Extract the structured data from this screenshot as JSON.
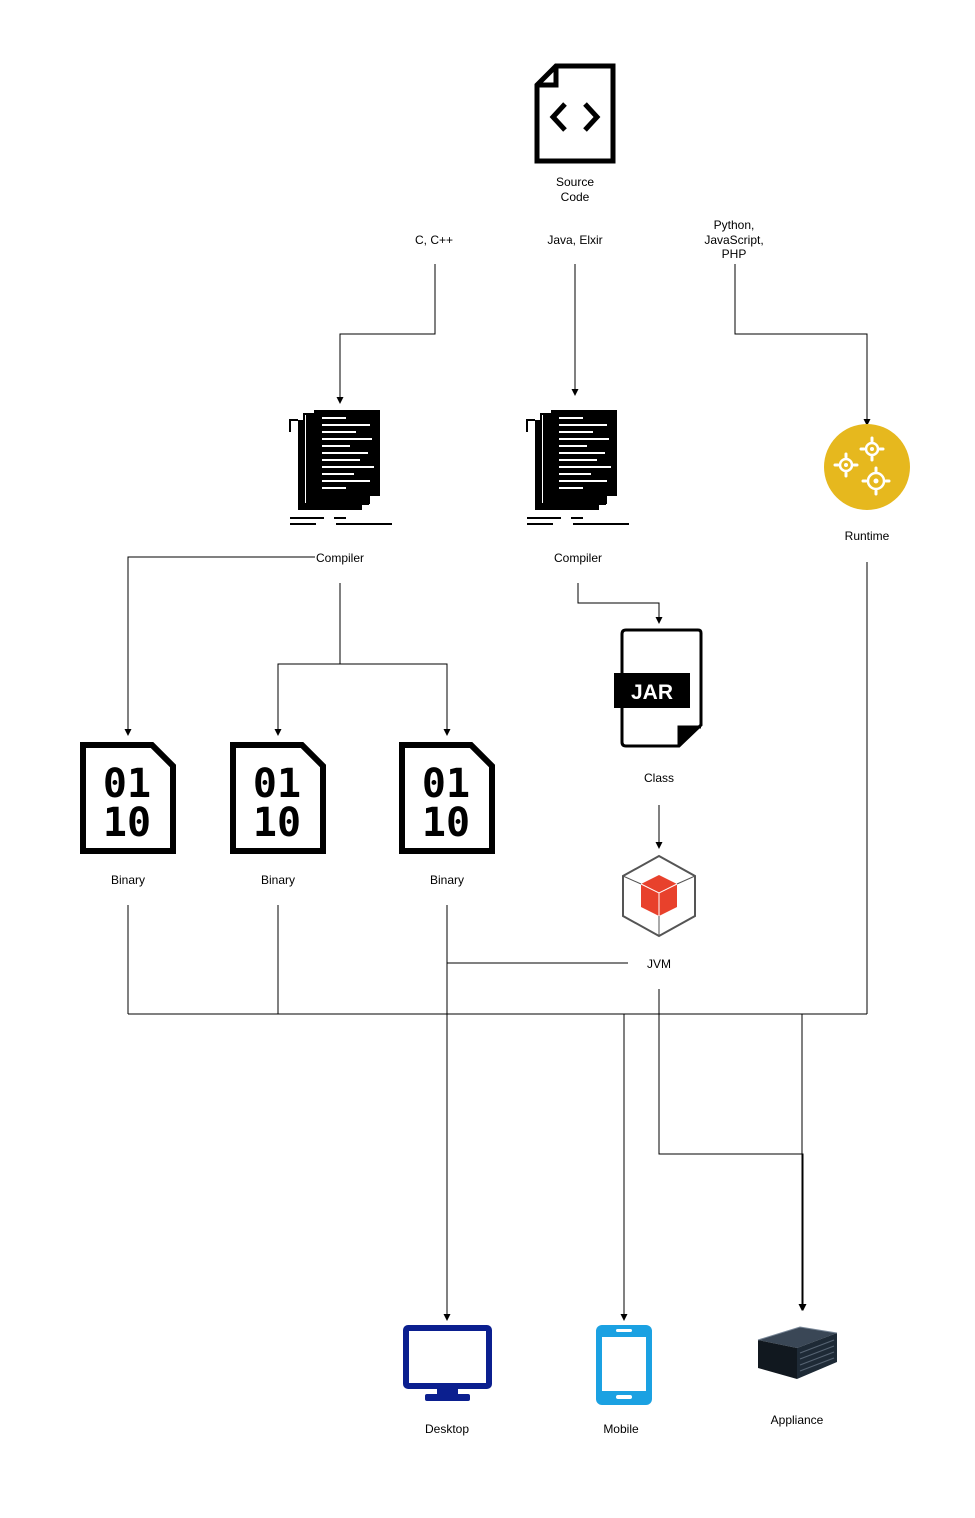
{
  "nodes": {
    "source_code": {
      "label_line1": "Source",
      "label_line2": "Code",
      "icon": "source-code-file-icon"
    },
    "lang_c": {
      "label": "C, C++"
    },
    "lang_java": {
      "label": "Java, Elxir"
    },
    "lang_scripting": {
      "label_line1": "Python,",
      "label_line2": "JavaScript,",
      "label_line3": "PHP"
    },
    "compiler_native": {
      "label": "Compiler",
      "icon": "document-stack-icon"
    },
    "compiler_java": {
      "label": "Compiler",
      "icon": "document-stack-icon"
    },
    "runtime": {
      "label": "Runtime",
      "icon": "gears-icon",
      "color": "#E6B81E"
    },
    "class_file": {
      "label": "Class",
      "icon": "jar-file-icon",
      "badge": "JAR"
    },
    "binary_1": {
      "label": "Binary",
      "icon": "binary-file-icon",
      "digits_top": "01",
      "digits_bottom": "10"
    },
    "binary_2": {
      "label": "Binary",
      "icon": "binary-file-icon",
      "digits_top": "01",
      "digits_bottom": "10"
    },
    "binary_3": {
      "label": "Binary",
      "icon": "binary-file-icon",
      "digits_top": "01",
      "digits_bottom": "10"
    },
    "jvm": {
      "label": "JVM",
      "icon": "jvm-cube-icon",
      "color": "#E8412C"
    },
    "desktop": {
      "label": "Desktop",
      "icon": "desktop-monitor-icon",
      "color": "#0B1F8F"
    },
    "mobile": {
      "label": "Mobile",
      "icon": "mobile-phone-icon",
      "color": "#1BA1E2"
    },
    "appliance": {
      "label": "Appliance",
      "icon": "server-appliance-icon",
      "color": "#1E2A36"
    }
  }
}
